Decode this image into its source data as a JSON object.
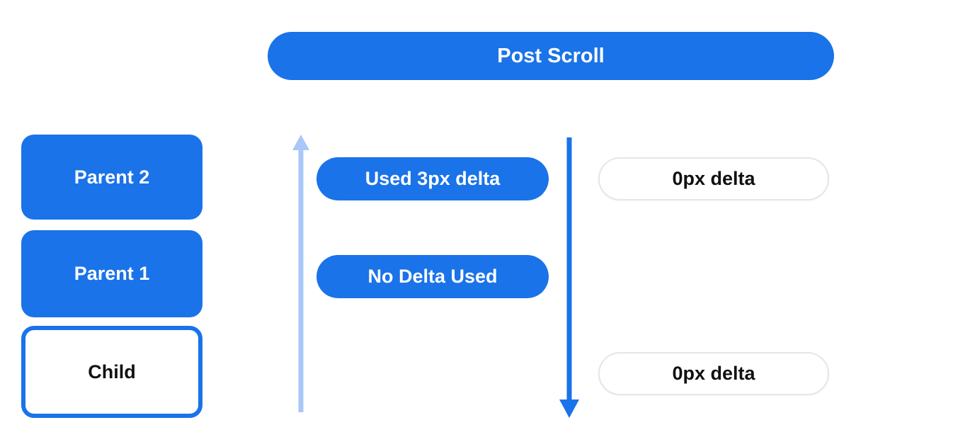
{
  "header": {
    "title": "Post Scroll"
  },
  "stack": {
    "parent2": "Parent 2",
    "parent1": "Parent 1",
    "child": "Child"
  },
  "labels": {
    "used_delta": "Used 3px delta",
    "no_delta_used": "No Delta Used",
    "top_right_delta": "0px delta",
    "bottom_right_delta": "0px delta"
  },
  "icons": {
    "up_arrow": "up-arrow",
    "down_arrow": "down-arrow"
  },
  "colors": {
    "primary_blue": "#1a73e8",
    "light_blue": "#a9c7f7",
    "pill_border": "#e6e6e6",
    "text_dark": "#111111",
    "text_light": "#ffffff"
  }
}
